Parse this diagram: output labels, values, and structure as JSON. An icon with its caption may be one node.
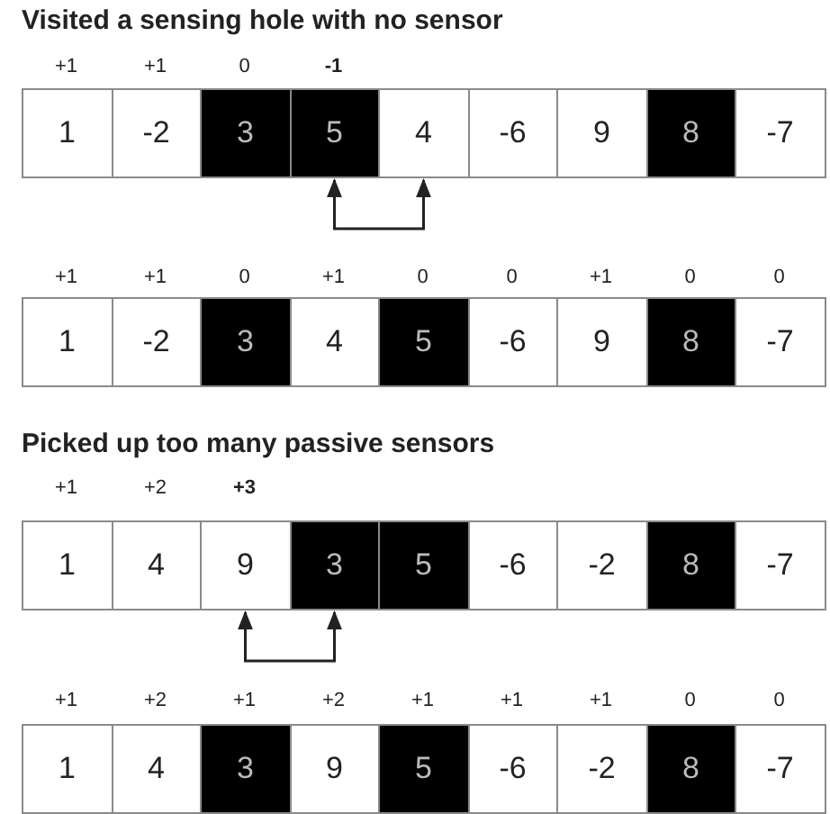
{
  "diagram": {
    "nodes": [
      {
        "text": [
          "1"
        ]
      },
      {
        "text": [
          "-2"
        ]
      },
      {
        "text": [
          "3"
        ]
      },
      {
        "text": [
          "5"
        ]
      },
      {
        "text": [
          "4"
        ]
      },
      {
        "text": [
          "-6"
        ]
      },
      {
        "text": [
          "9"
        ]
      },
      {
        "text": [
          "8"
        ]
      },
      {
        "text": [
          "-7"
        ]
      },
      {
        "text": [
          "1"
        ]
      },
      {
        "text": [
          "-2"
        ]
      },
      {
        "text": [
          "3"
        ]
      },
      {
        "text": [
          "4"
        ]
      },
      {
        "text": [
          "5"
        ]
      },
      {
        "text": [
          "-6"
        ]
      },
      {
        "text": [
          "9"
        ]
      },
      {
        "text": [
          "8"
        ]
      },
      {
        "text": [
          "-7"
        ]
      },
      {
        "text": [
          "1"
        ]
      },
      {
        "text": [
          "4"
        ]
      },
      {
        "text": [
          "9"
        ]
      },
      {
        "text": [
          "3"
        ]
      },
      {
        "text": [
          "5"
        ]
      },
      {
        "text": [
          "-6"
        ]
      },
      {
        "text": [
          "-2"
        ]
      },
      {
        "text": [
          "8"
        ]
      },
      {
        "text": [
          "-7"
        ]
      },
      {
        "text": [
          "1"
        ]
      },
      {
        "text": [
          "4"
        ]
      },
      {
        "text": [
          "3"
        ]
      },
      {
        "text": [
          "9"
        ]
      },
      {
        "text": [
          "5"
        ]
      },
      {
        "text": [
          "-6"
        ]
      },
      {
        "text": [
          "-2"
        ]
      },
      {
        "text": [
          "8"
        ]
      },
      {
        "text": [
          "-7"
        ]
      }
    ],
    "edges": [
      {
        "from": 3,
        "to": 4,
        "arrow": "both"
      },
      {
        "from": 20,
        "to": 21,
        "arrow": "both"
      }
    ],
    "labels": [
      "Visited a sensing hole with no sensor",
      "+1",
      "+1",
      "0",
      "-1",
      "+1",
      "+1",
      "0",
      "+1",
      "0",
      "0",
      "+1",
      "0",
      "0",
      "Picked up too many passive sensors",
      "+1",
      "+2",
      "+3",
      "+1",
      "+2",
      "+1",
      "+2",
      "+1",
      "+1",
      "+1",
      "0",
      "0"
    ]
  }
}
